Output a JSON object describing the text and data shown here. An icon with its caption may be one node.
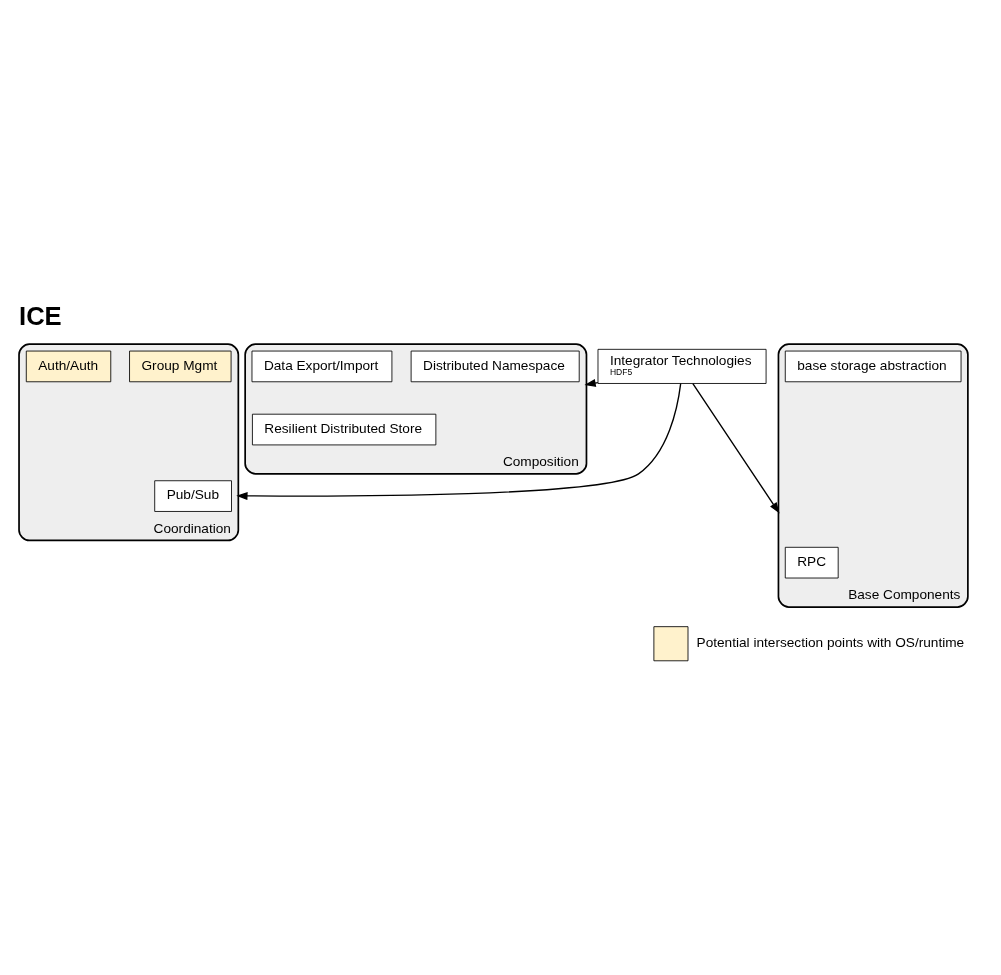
{
  "diagram": {
    "title": "ICE",
    "nodes": [
      {
        "text": [
          "Integrator Technologies",
          "HDF5"
        ]
      },
      {
        "text": [
          "Composition"
        ]
      },
      {
        "text": [
          "Resilient Distributed Store"
        ],
        "in": 1
      },
      {
        "text": [
          "Distributed Namespace"
        ],
        "in": 1
      },
      {
        "text": [
          "Data Export/Import"
        ],
        "in": 1
      },
      {
        "text": [
          "Coordination"
        ]
      },
      {
        "text": [
          "Pub/Sub"
        ],
        "in": 5
      },
      {
        "text": [
          "Group Mgmt"
        ],
        "in": 5
      },
      {
        "text": [
          "Auth/Auth"
        ],
        "in": 5
      },
      {
        "text": [
          "Base Components"
        ]
      },
      {
        "text": [
          "RPC"
        ],
        "in": 9
      },
      {
        "text": [
          "base storage abstraction"
        ],
        "in": 9
      }
    ],
    "edges": [
      {
        "from": 0,
        "to": 1,
        "arrow": "to"
      },
      {
        "from": 0,
        "to": 5,
        "arrow": "to"
      },
      {
        "from": 0,
        "to": 9,
        "arrow": "to"
      }
    ],
    "legend": [
      {
        "text": "Potential intersection points with OS/runtime",
        "color": "#fff2cc"
      }
    ]
  }
}
